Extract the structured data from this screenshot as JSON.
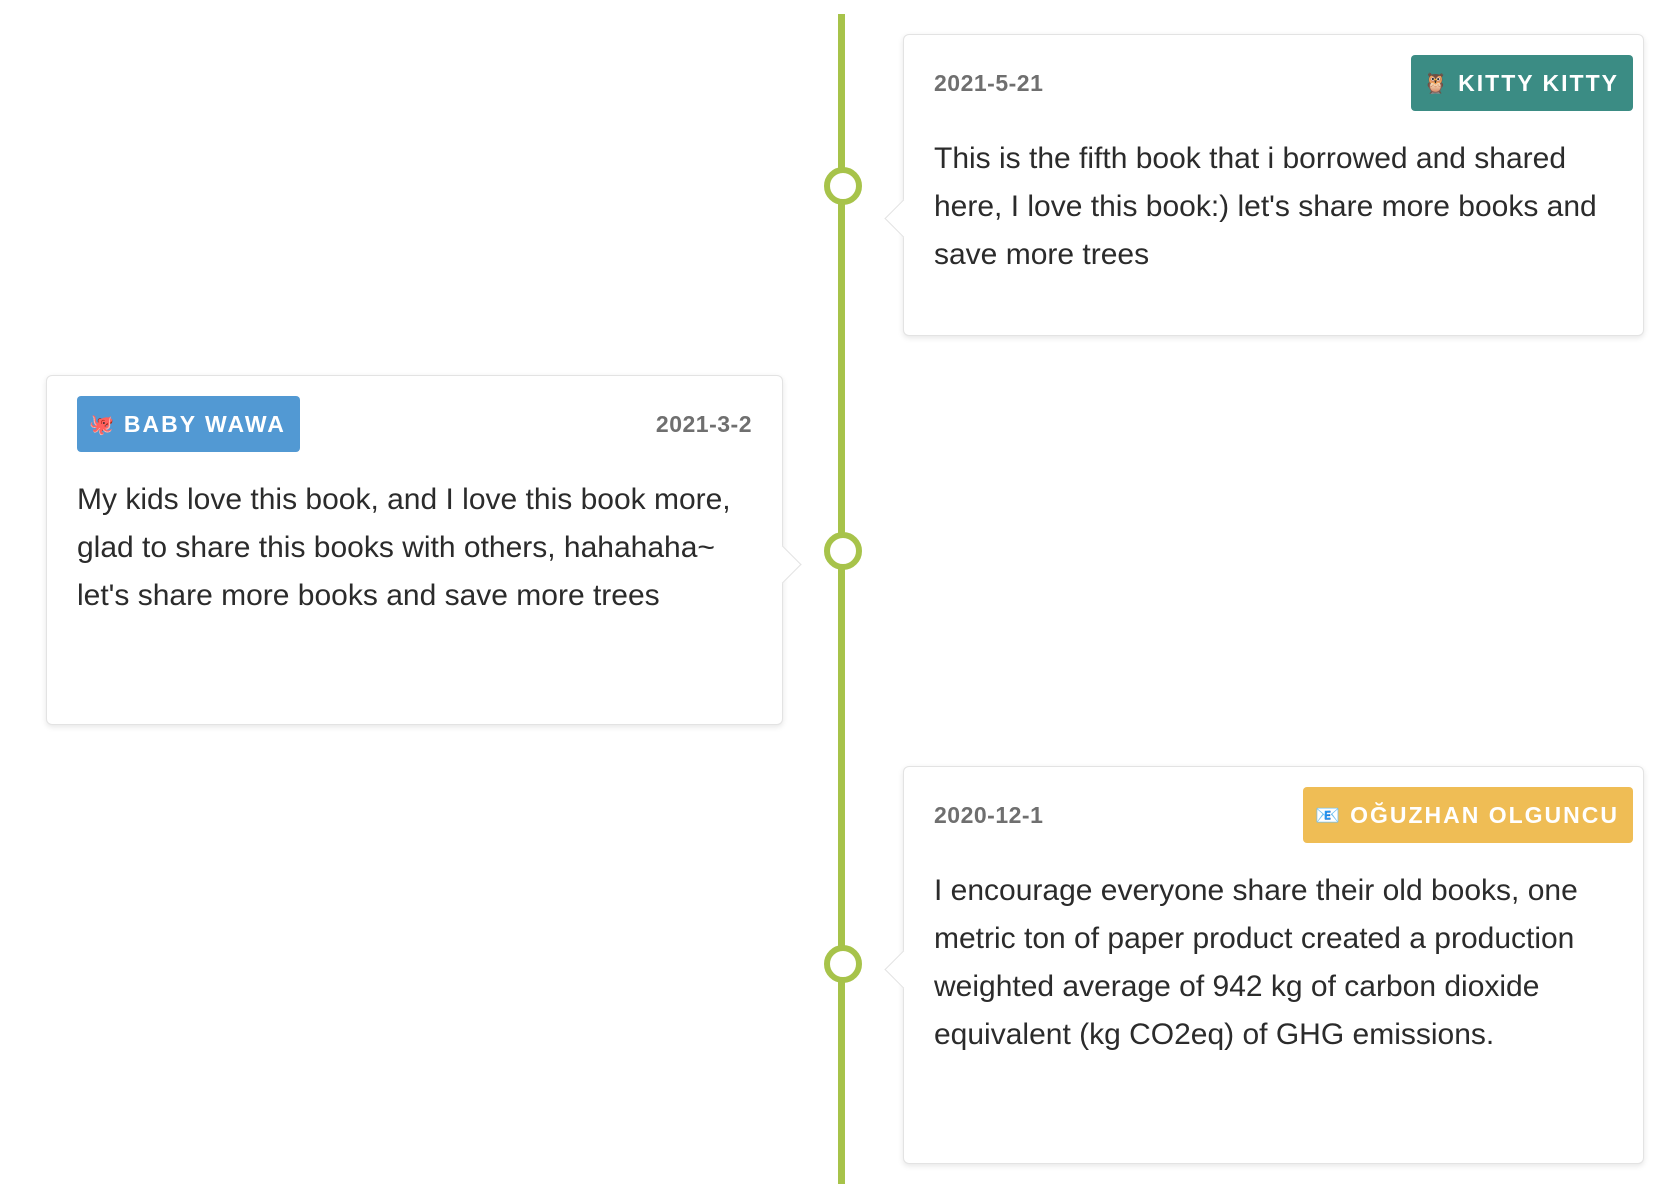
{
  "entries": [
    {
      "date": "2021-5-21",
      "user": "KITTY KITTY",
      "user_icon": "🦉",
      "badge_color": "#3b8c84",
      "text": "This is the fifth book that i borrowed and shared here, I love this book:) let's share more books and save more trees"
    },
    {
      "date": "2021-3-2",
      "user": "BABY WAWA",
      "user_icon": "🐙",
      "badge_color": "#5299d3",
      "text": "My kids love this book, and I love this book more, glad to share this books with others, hahahaha~ let's share more books and save more trees"
    },
    {
      "date": "2020-12-1",
      "user": "OĞUZHAN OLGUNCU",
      "user_icon": "📧",
      "badge_color": "#efbd55",
      "text": "I encourage everyone share their old books, one metric ton of paper product created a production weighted average of 942 kg of carbon dioxide equivalent (kg CO2eq) of GHG emissions."
    }
  ],
  "colors": {
    "timeline": "#a7c34a",
    "date_text": "#6f6f6f",
    "body_text": "#2b2b2b"
  }
}
